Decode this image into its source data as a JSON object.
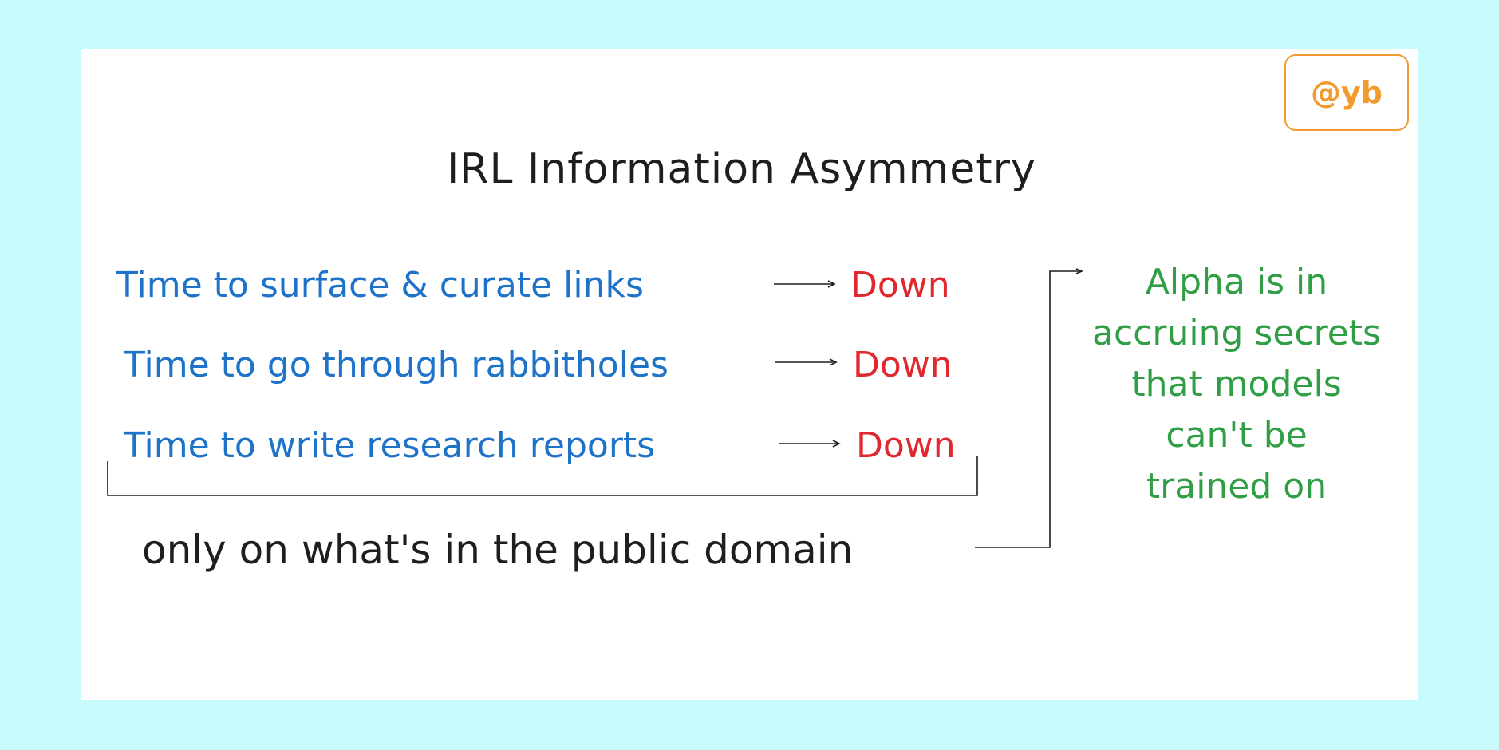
{
  "handle": "@yb",
  "title": "IRL Information Asymmetry",
  "rows": [
    {
      "text": "Time to surface & curate links",
      "status": "Down"
    },
    {
      "text": "Time to go through rabbitholes",
      "status": "Down"
    },
    {
      "text": "Time to write research reports",
      "status": "Down"
    }
  ],
  "footer": "only on what's in the public domain",
  "alpha_lines": [
    "Alpha is in",
    "accruing secrets",
    "that models",
    "can't be",
    "trained on"
  ],
  "colors": {
    "background": "#c8fcfc",
    "card": "#ffffff",
    "row_text": "#1e73c8",
    "down": "#e0282e",
    "alpha": "#2f9e44",
    "handle": "#f29a2e",
    "ink": "#1e1e1e"
  }
}
